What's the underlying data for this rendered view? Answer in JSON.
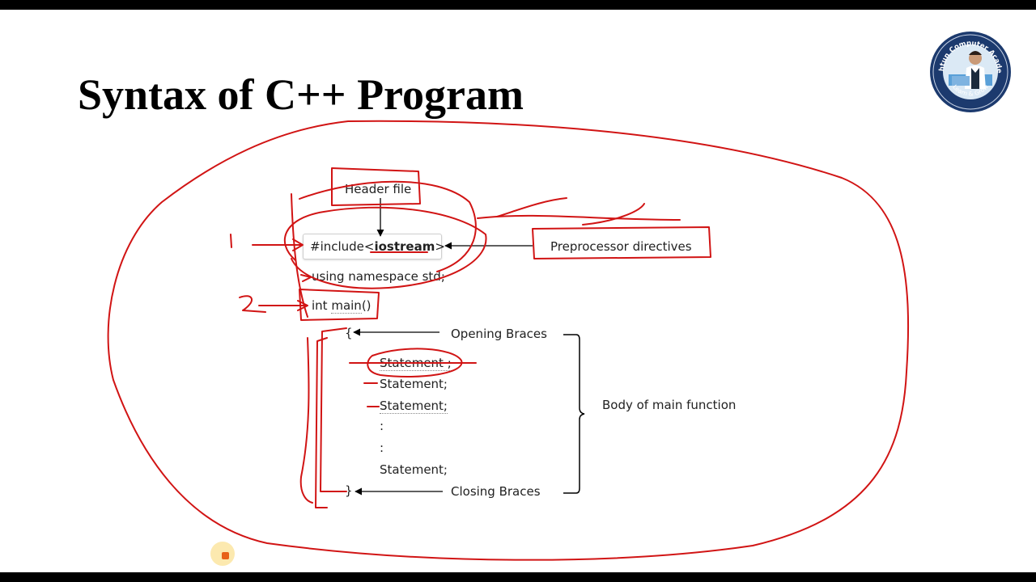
{
  "title": "Syntax of C++ Program",
  "logo": {
    "text_top": "Pashtun Computer Academy",
    "text_bottom": "Learn & Grow"
  },
  "labels": {
    "header_file": "Header file",
    "preprocessor": "Preprocessor directives",
    "opening_braces": "Opening Braces",
    "closing_braces": "Closing Braces",
    "body": "Body of main function"
  },
  "code": {
    "include_prefix": "#include<",
    "include_name": "iostream",
    "include_suffix": ">",
    "using": "using namespace std;",
    "int_kw": "int ",
    "main_name": "main",
    "main_parens": "()",
    "open_brace": "{",
    "close_brace": "}",
    "statements": [
      "Statement ;",
      "Statement;",
      "Statement;",
      ":",
      ":",
      "Statement;"
    ]
  },
  "colors": {
    "ink": "#d11414",
    "text": "#222222",
    "logo_ring": "#1c3a6e"
  }
}
